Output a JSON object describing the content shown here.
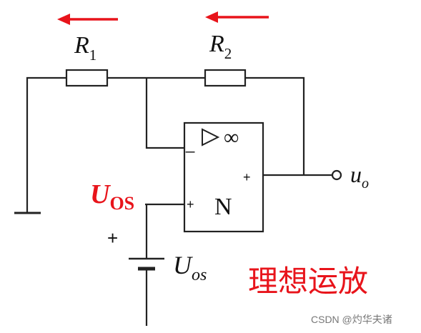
{
  "colors": {
    "wire": "#222222",
    "accent": "#e8141b",
    "watermark": "#777777"
  },
  "labels": {
    "r1_letter": "R",
    "r1_sub": "1",
    "r2_letter": "R",
    "r2_sub": "2",
    "inv_sign": "_",
    "noninv_sign": "+",
    "out_sign": "+",
    "infinity": "∞",
    "amp_name": "N",
    "uos_red_letter": "U",
    "uos_red_sub": "OS",
    "battery_plus": "+",
    "uos_black_letter": "U",
    "uos_black_sub": "os",
    "output_letter": "u",
    "output_sub": "o",
    "title": "理想运放",
    "watermark": "CSDN @灼华夫诸"
  },
  "icons": {
    "current_arrow_r1": "arrow-left-icon",
    "current_arrow_r2": "arrow-left-icon",
    "ground": "ground-icon",
    "battery": "battery-icon",
    "output_terminal": "terminal-circle-icon",
    "amp_symbol": "triangle-icon"
  }
}
